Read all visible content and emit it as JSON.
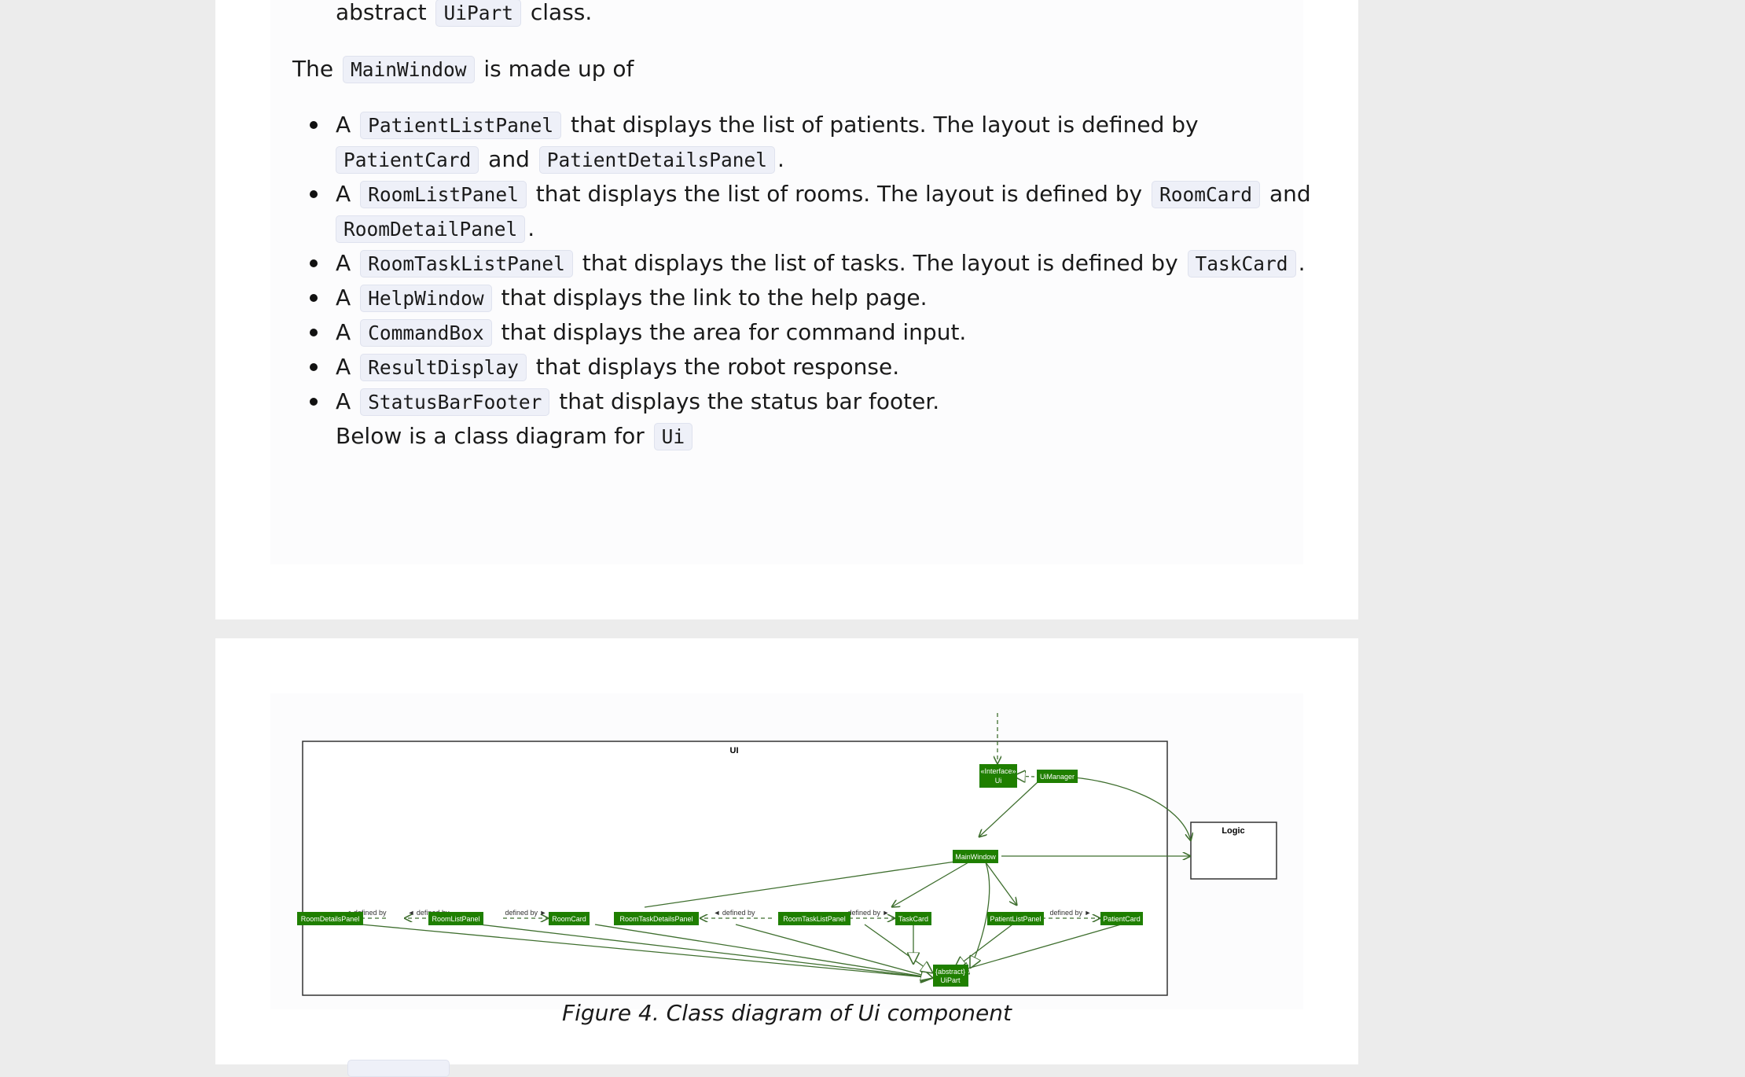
{
  "intro": {
    "prefix": "abstract",
    "code": "UiPart",
    "suffix": "class."
  },
  "made_up": {
    "prefix": "The",
    "code": "MainWindow",
    "suffix": "is made up of"
  },
  "bullets": [
    {
      "a": "A",
      "code": "PatientListPanel",
      "text": "that displays the list of patients. The layout is defined by",
      "code2": "PatientCard",
      "mid": "and",
      "code3": "PatientDetailsPanel",
      "end": "."
    },
    {
      "a": "A",
      "code": "RoomListPanel",
      "text": "that displays the list of rooms. The layout is defined by",
      "code2": "RoomCard",
      "mid": "and",
      "code3": "RoomDetailPanel",
      "end": "."
    },
    {
      "a": "A",
      "code": "RoomTaskListPanel",
      "text": "that displays the list of tasks. The layout is defined by",
      "code2": "TaskCard",
      "end": "."
    },
    {
      "a": "A",
      "code": "HelpWindow",
      "text": "that displays the link to the help page."
    },
    {
      "a": "A",
      "code": "CommandBox",
      "text": "that displays the area for command input."
    },
    {
      "a": "A",
      "code": "ResultDisplay",
      "text": "that displays the robot response."
    },
    {
      "a": "A",
      "code": "StatusBarFooter",
      "text": "that displays the status bar footer."
    }
  ],
  "below": {
    "text": "Below is a class diagram for",
    "code": "Ui"
  },
  "diagram": {
    "package_ui": "UI",
    "package_logic": "Logic",
    "interface": [
      "«Interface»",
      "Ui"
    ],
    "ui_manager": "UiManager",
    "main_window": "MainWindow",
    "uipart": [
      "{abstract}",
      "UiPart"
    ],
    "room_details_panel": "RoomDetailsPanel",
    "room_list_panel": "RoomListPanel",
    "room_card": "RoomCard",
    "room_task_details_panel": "RoomTaskDetailsPanel",
    "room_task_list_panel": "RoomTaskListPanel",
    "task_card": "TaskCard",
    "patient_list_panel": "PatientListPanel",
    "patient_card": "PatientCard",
    "defined_by_left": "◄ defined by",
    "defined_by_right": "defined by ►",
    "node_color": "#1f7f00",
    "line_color": "#3f6f2f"
  },
  "caption": "Figure 4. Class diagram of Ui component"
}
